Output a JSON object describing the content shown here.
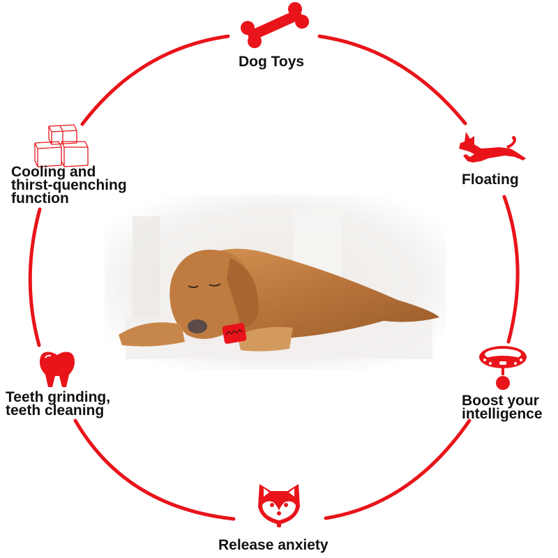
{
  "colors": {
    "accent_red": "#e8141a",
    "text": "#111111",
    "background": "#ffffff"
  },
  "diagram": {
    "type": "circular feature diagram",
    "center_image": "golden retriever lying on floor chewing red toy",
    "features": [
      {
        "id": "dog-toys",
        "label": "Dog Toys",
        "icon": "bone-icon"
      },
      {
        "id": "floating",
        "label": "Floating",
        "icon": "running-dog-icon"
      },
      {
        "id": "boost-intelligence",
        "label_lines": [
          "Boost your",
          "intelligence"
        ],
        "icon": "dog-collar-icon"
      },
      {
        "id": "release-anxiety",
        "label": "Release anxiety",
        "icon": "shiba-face-icon"
      },
      {
        "id": "teeth-cleaning",
        "label_lines": [
          "Teeth grinding,",
          "teeth cleaning"
        ],
        "icon": "tooth-icon"
      },
      {
        "id": "cooling",
        "label_lines": [
          "Cooling and",
          "thirst-quenching",
          "function"
        ],
        "icon": "ice-cubes-icon"
      }
    ]
  }
}
